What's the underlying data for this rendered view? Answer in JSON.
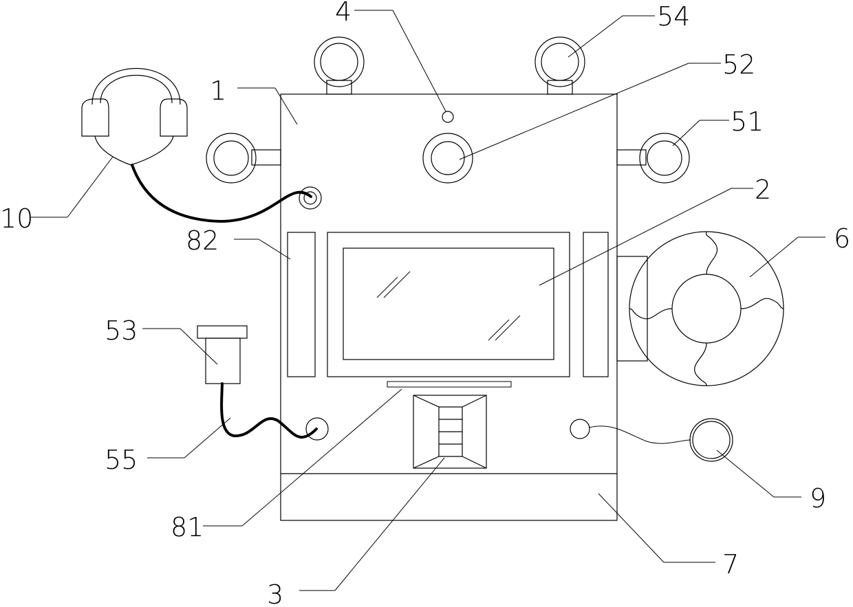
{
  "labels": {
    "l1": "1",
    "l2": "2",
    "l3": "3",
    "l4": "4",
    "l6": "6",
    "l7": "7",
    "l9": "9",
    "l10": "10",
    "l51": "51",
    "l52": "52",
    "l53": "53",
    "l54": "54",
    "l55": "55",
    "l81": "81",
    "l82": "82"
  }
}
